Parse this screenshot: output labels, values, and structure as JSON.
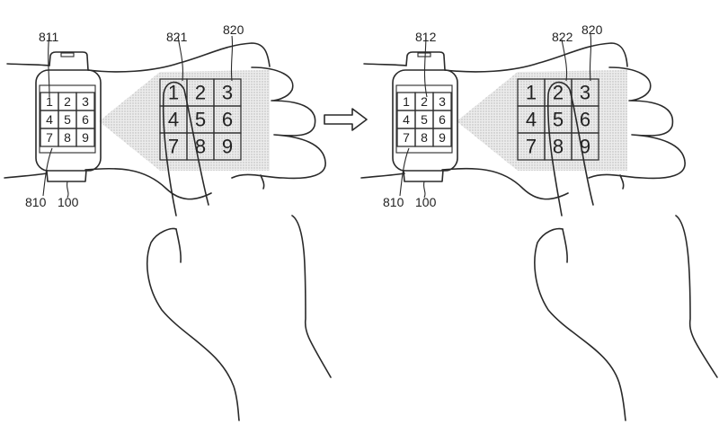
{
  "figure": {
    "description": "Patent drawing: smartwatch projecting a 3x3 keypad onto the back of the hand; a finger touching a projected key highlights the matching key on the watch screen.",
    "keypad_keys": [
      "1",
      "2",
      "3",
      "4",
      "5",
      "6",
      "7",
      "8",
      "9"
    ],
    "highlight_color": "#9a9a9a",
    "projection_color": "#d6d6d6",
    "transition_arrow": "right-arrow",
    "panels": [
      {
        "name": "before",
        "selected_key": "1",
        "labels": {
          "watch_selected_key": "811",
          "projected_keypad": "820",
          "touched_projected_key": "821",
          "watch_screen": "810",
          "watch_device": "100"
        }
      },
      {
        "name": "after",
        "selected_key": "2",
        "labels": {
          "watch_selected_key": "812",
          "projected_keypad": "820",
          "touched_projected_key": "822",
          "watch_screen": "810",
          "watch_device": "100"
        }
      }
    ]
  }
}
